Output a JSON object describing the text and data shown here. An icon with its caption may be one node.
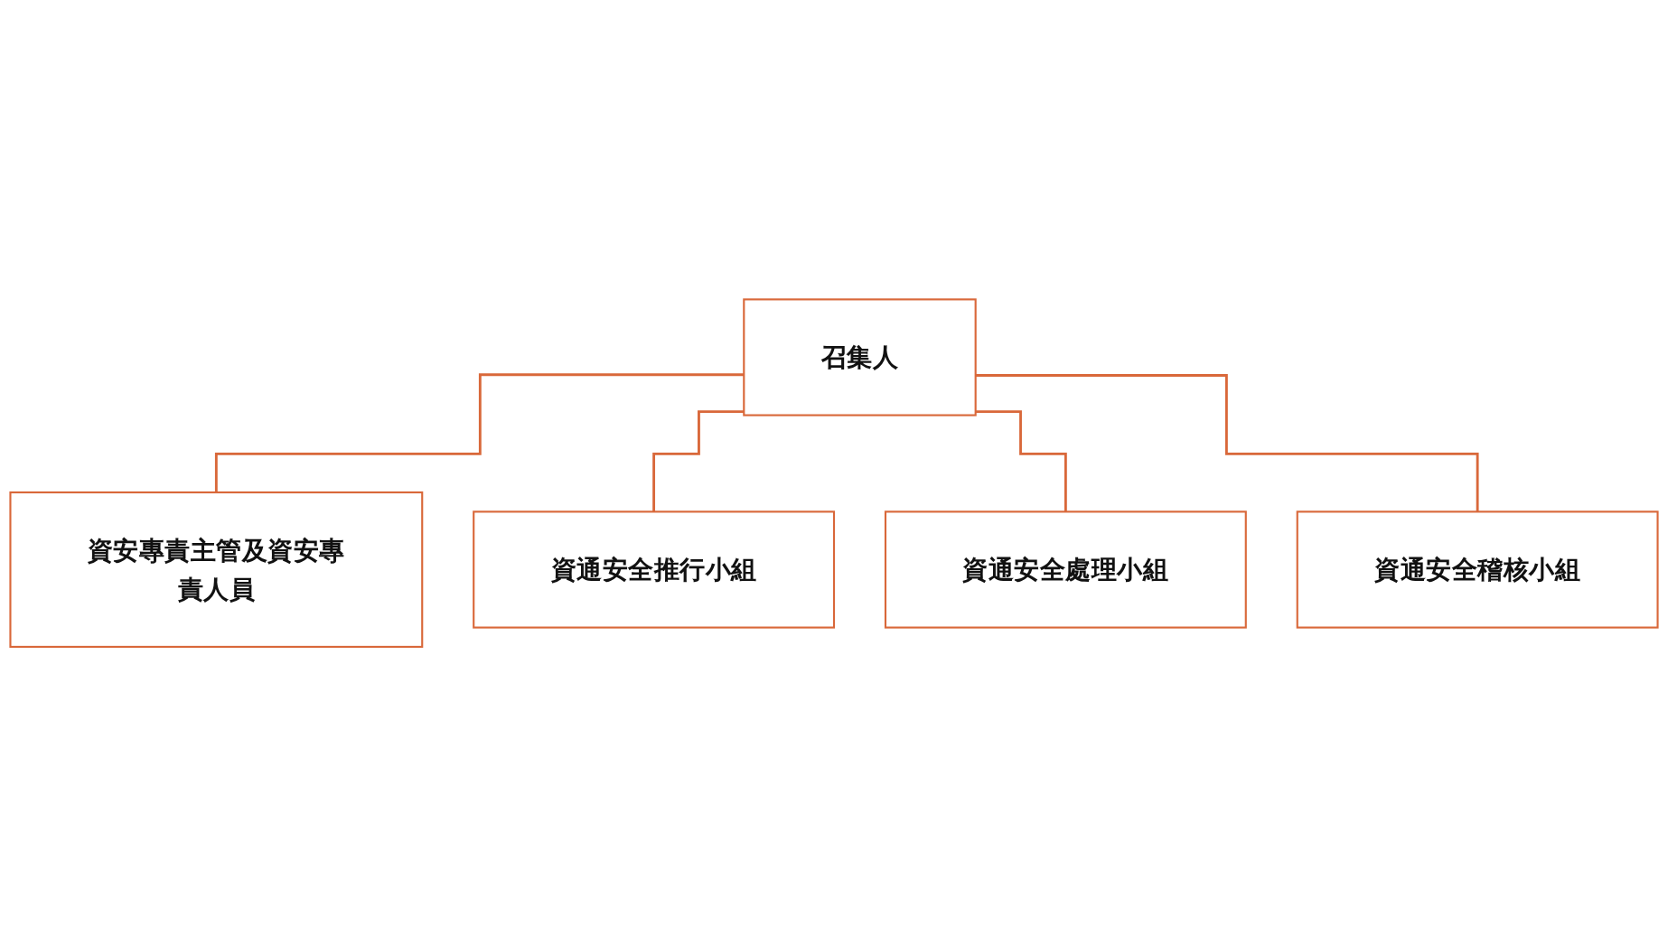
{
  "diagram": {
    "nodes": [
      {
        "text": [
          "召集人"
        ]
      },
      {
        "text": [
          "資安專責主管及資安專責人員"
        ]
      },
      {
        "text": [
          "資通安全推行小組"
        ]
      },
      {
        "text": [
          "資通安全處理小組"
        ]
      },
      {
        "text": [
          "資通安全稽核小組"
        ]
      }
    ],
    "edges": [
      {
        "from": 0,
        "to": 1,
        "arrow": "none"
      },
      {
        "from": 0,
        "to": 2,
        "arrow": "none"
      },
      {
        "from": 0,
        "to": 3,
        "arrow": "none"
      },
      {
        "from": 0,
        "to": 4,
        "arrow": "none"
      }
    ]
  }
}
